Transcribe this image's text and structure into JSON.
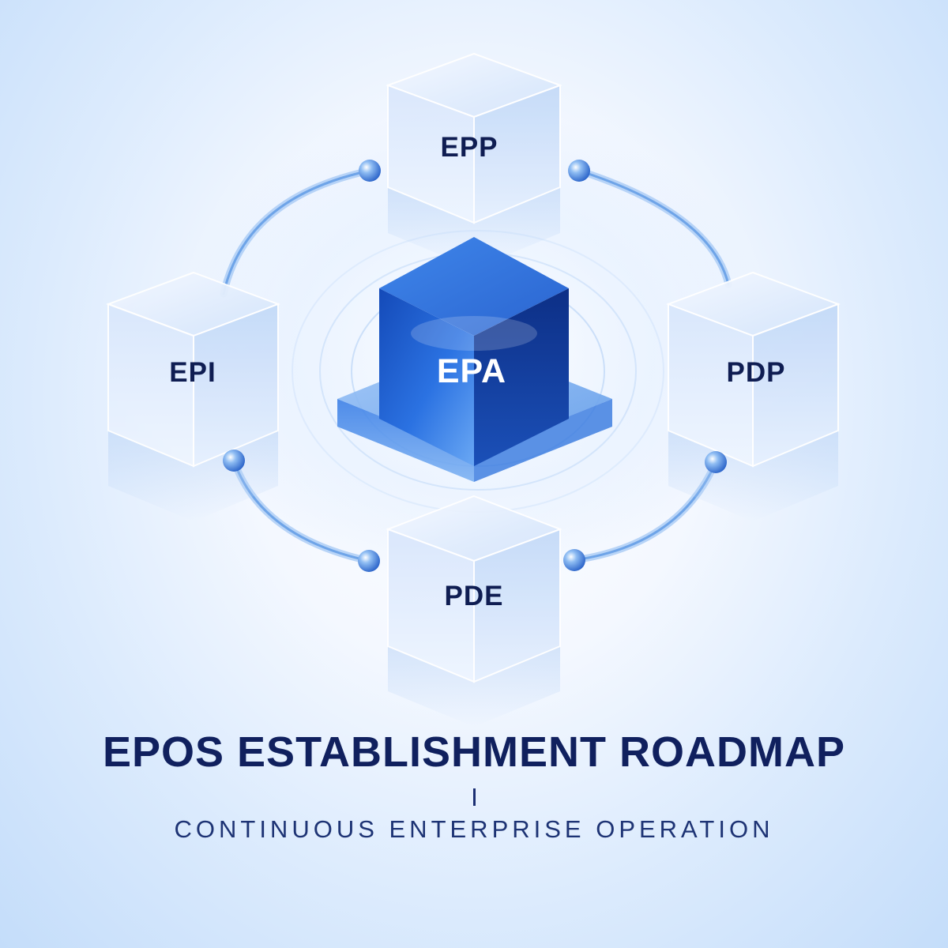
{
  "diagram": {
    "center": {
      "label": "EPA"
    },
    "nodes": [
      {
        "id": "top",
        "label": "EPP"
      },
      {
        "id": "left",
        "label": "EPI"
      },
      {
        "id": "right",
        "label": "PDP"
      },
      {
        "id": "bottom",
        "label": "PDE"
      }
    ],
    "colors": {
      "center_cube": "#1a56c4",
      "outer_cube": "#cfe1fb",
      "connector": "#7fb0ec",
      "label_dark": "#0f1d52",
      "label_light": "#ffffff"
    }
  },
  "caption": {
    "title": "EPOS ESTABLISHMENT ROADMAP",
    "subtitle": "CONTINUOUS ENTERPRISE OPERATION"
  }
}
